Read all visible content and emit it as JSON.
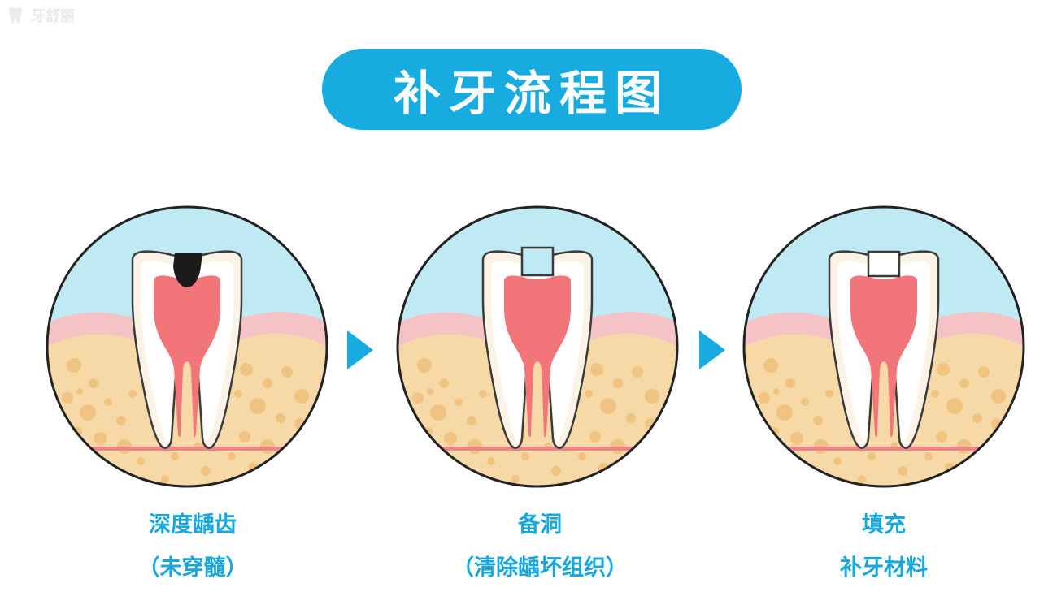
{
  "watermark": "牙舒丽",
  "title": "补牙流程图",
  "steps": [
    {
      "label": "深度龋齿",
      "sublabel": "（未穿髓）",
      "stage": "deep-caries"
    },
    {
      "label": "备洞",
      "sublabel": "（清除龋坏组织）",
      "stage": "cavity-prepared"
    },
    {
      "label": "填充",
      "sublabel": "补牙材料",
      "stage": "filled"
    }
  ],
  "colors": {
    "accent": "#17abe0",
    "caption": "#17a7dc",
    "sky": "#bfe9f3",
    "gum": "#f5c3c6",
    "bone": "#f6d9a6",
    "bone_spots": "#efbe79",
    "enamel": "#fbf4e6",
    "dentin": "#ffffff",
    "pulp": "#f2757a",
    "decay": "#1b1b1b",
    "filling": "#ffffff",
    "outline": "#3a3a3a"
  }
}
